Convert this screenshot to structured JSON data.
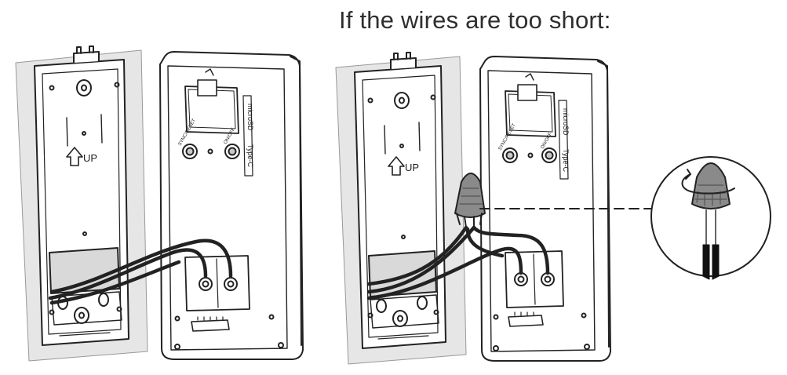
{
  "caption": "If the wires are too short:",
  "left_illustration": {
    "mounting_plate": {
      "up_label": "UP",
      "up_icon": "arrow-up-outline-icon"
    },
    "doorbell_back": {
      "slot_label": "microSD",
      "port_label": "Type-C",
      "button_left_label": "SYNC/RESET",
      "button_right_label": "ON/OFF"
    }
  },
  "right_illustration": {
    "mounting_plate": {
      "up_label": "UP",
      "up_icon": "arrow-up-outline-icon"
    },
    "doorbell_back": {
      "slot_label": "microSD",
      "port_label": "Type-C",
      "button_left_label": "SYNC/RESET",
      "button_right_label": "ON/OFF"
    },
    "wire_nut_icon": "wire-nut-icon",
    "zoom_callout_icon": "twist-rotate-icon"
  },
  "colors": {
    "line": "#222222",
    "wall_plate": "#e6e6e6",
    "wire_nut": "#8a8a8a",
    "text": "#2e2e2e"
  }
}
